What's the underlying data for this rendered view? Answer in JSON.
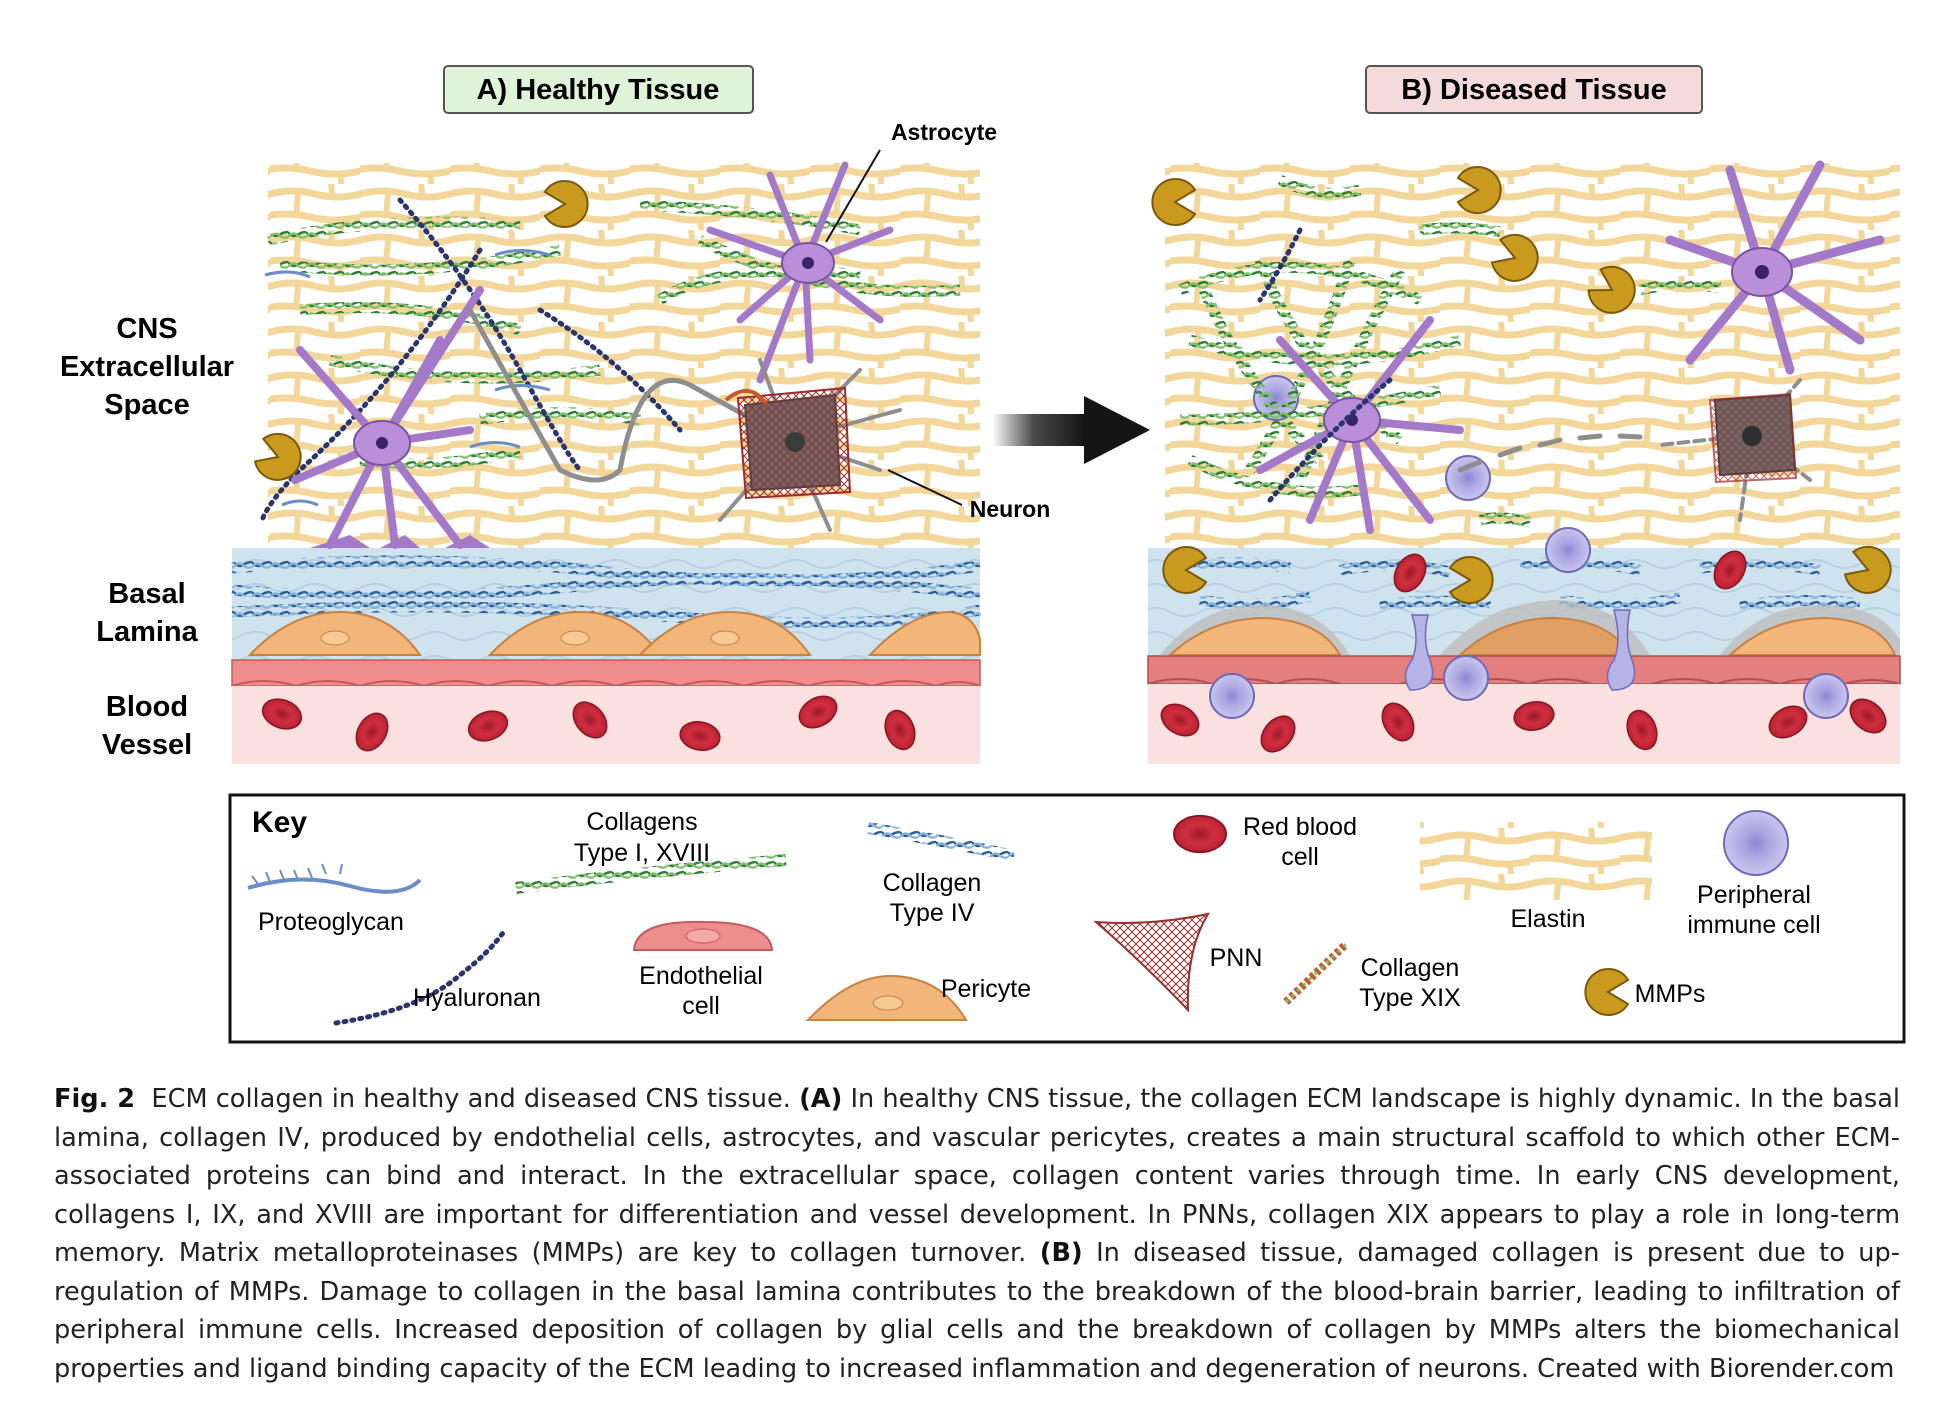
{
  "panels": {
    "a_title": "A) Healthy Tissue",
    "b_title": "B) Diseased Tissue",
    "a_color": "#dff3d8",
    "b_color": "#f5dada"
  },
  "side_labels": {
    "cns_1": "CNS",
    "cns_2": "Extracellular",
    "cns_3": "Space",
    "basal_1": "Basal",
    "basal_2": "Lamina",
    "blood_1": "Blood",
    "blood_2": "Vessel"
  },
  "callouts": {
    "astrocyte": "Astrocyte",
    "neuron": "Neuron"
  },
  "key": {
    "title": "Key",
    "proteoglycan": "Proteoglycan",
    "hyaluronan": "Hyaluronan",
    "collagens_1": "Collagens",
    "collagens_2": "Type I, XVIII",
    "endothelial_1": "Endothelial",
    "endothelial_2": "cell",
    "collagen4_1": "Collagen",
    "collagen4_2": "Type IV",
    "pericyte": "Pericyte",
    "pnn": "PNN",
    "rbc_1": "Red blood",
    "rbc_2": "cell",
    "collagen19_1": "Collagen",
    "collagen19_2": "Type XIX",
    "elastin": "Elastin",
    "immune_1": "Peripheral",
    "immune_2": "immune cell",
    "mmps": "MMPs"
  },
  "caption": {
    "fig": "Fig. 2",
    "intro": "ECM collagen in healthy and diseased CNS tissue.",
    "a": "(A)",
    "a_text": "In healthy CNS tissue, the collagen ECM landscape is highly dynamic. In the basal lamina, collagen IV, produced by endothelial cells, astrocytes, and vascular pericytes, creates a main structural scaffold to which other ECM-associated proteins can bind and interact. In the extracellular space, collagen content varies through time. In early CNS development, collagens I, IX, and XVIII are important for differentiation and vessel development. In PNNs, collagen XIX appears to play a role in long-term memory. Matrix metalloproteinases (MMPs) are key to collagen turnover.",
    "b": "(B)",
    "b_text": "In diseased tissue, damaged collagen is present due to up-regulation of MMPs. Damage to collagen in the basal lamina contributes to the breakdown of the blood-brain barrier, leading to infiltration of peripheral immune cells. Increased deposition of collagen by glial cells and the breakdown of collagen by MMPs alters the biomechanical properties and ligand binding capacity of the ECM leading to increased inflammation and degeneration of neurons. Created with Biorender.com"
  },
  "colors": {
    "elastin": "#f6dfa6",
    "collagen_green": "#4f9a4c",
    "collagen_blue": "#4a7eb8",
    "hyaluronan": "#2a3570",
    "astrocyte": "#a479c9",
    "neuron": "#8e8e8e",
    "rbc": "#c8283a",
    "mmp": "#c99a1e",
    "immune": "#b6b3e6",
    "pericyte": "#f2b57a",
    "endothelial": "#ee8d8d",
    "basal": "#cfe3ee",
    "vessel": "#fbe0e0"
  }
}
